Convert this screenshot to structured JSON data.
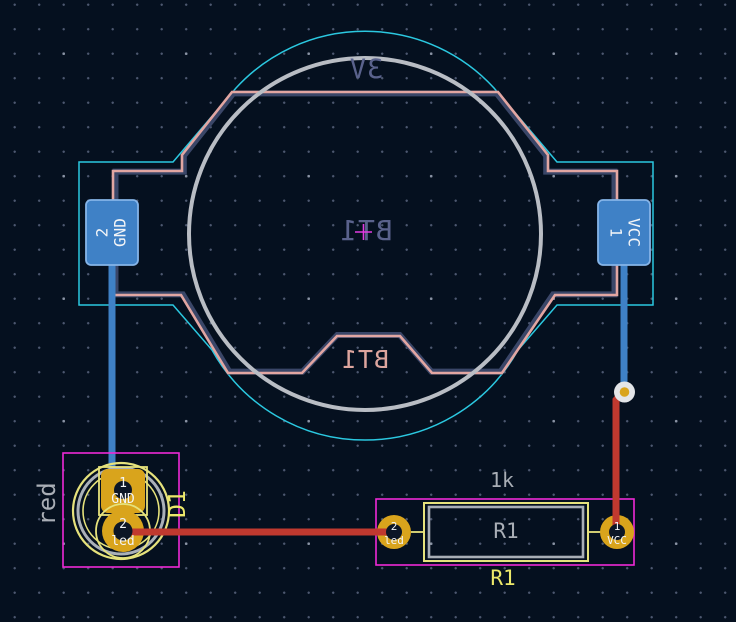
{
  "editor": {
    "view": "pcb-layout-canvas",
    "colors": {
      "background": "#05101f",
      "grid_dot": "#4d5870",
      "copper_front_trace": "#c0392f",
      "copper_back_trace": "#3f81c6",
      "pad_back_copper": "#3f81c6",
      "pad_through_hole_gold": "#d9a41c",
      "via_ring": "#e3e5e8",
      "silk_back_pink": "#e2a6a2",
      "silk_front_yellow": "#e6e27c",
      "fab_back_blue": "#3a4668",
      "fab_front_gray": "#a9aeb6",
      "fab_circle_gray": "#b9bdc4",
      "courtyard_back_cyan": "#2bc8e0",
      "courtyard_front_magenta": "#ee2ad6",
      "text_anchor_magenta": "#e23ae2"
    }
  },
  "battery": {
    "value": "3V",
    "reference_fab": "BT1",
    "reference_silk": "BT1",
    "pads": [
      {
        "number": "2",
        "net": "GND"
      },
      {
        "number": "1",
        "net": "VCC"
      }
    ]
  },
  "led": {
    "reference": "D1",
    "value": "red",
    "pads": [
      {
        "number": "1",
        "net": "GND"
      },
      {
        "number": "2",
        "net": "led"
      }
    ]
  },
  "resistor": {
    "value": "1k",
    "reference_fab": "R1",
    "reference_silk": "R1",
    "pads": [
      {
        "number": "2",
        "net": "led"
      },
      {
        "number": "1",
        "net": "VCC"
      }
    ]
  }
}
